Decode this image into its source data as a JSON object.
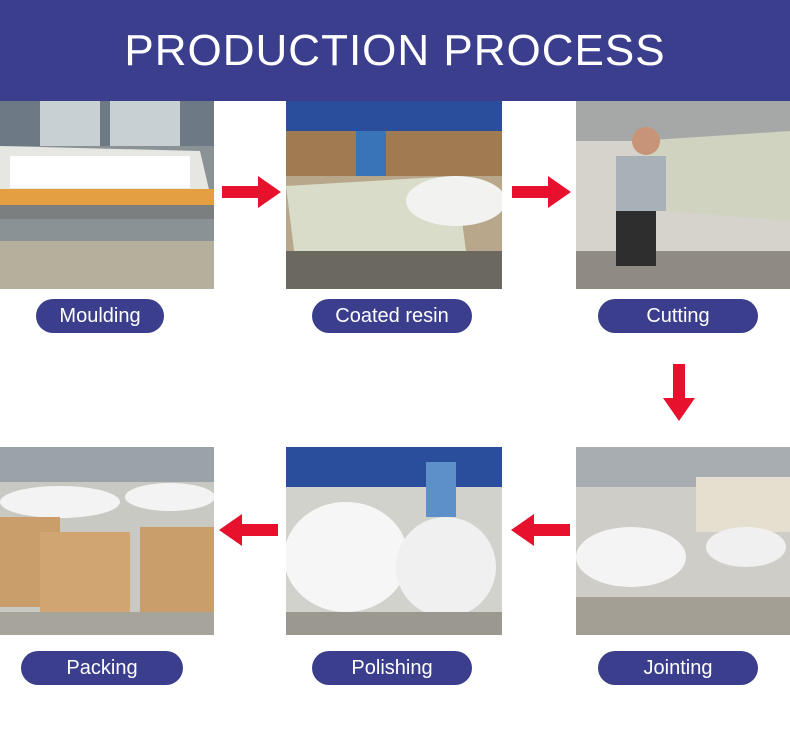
{
  "header": {
    "title": "PRODUCTION PROCESS"
  },
  "steps": [
    {
      "label": "Moulding"
    },
    {
      "label": "Coated resin"
    },
    {
      "label": "Cutting"
    },
    {
      "label": "Jointing"
    },
    {
      "label": "Polishing"
    },
    {
      "label": "Packing"
    }
  ],
  "colors": {
    "header_bg": "#3b3e8c",
    "pill_bg": "#3b3e8c",
    "arrow": "#e8112d"
  },
  "icons": {
    "flow_arrow": "arrow-icon"
  }
}
